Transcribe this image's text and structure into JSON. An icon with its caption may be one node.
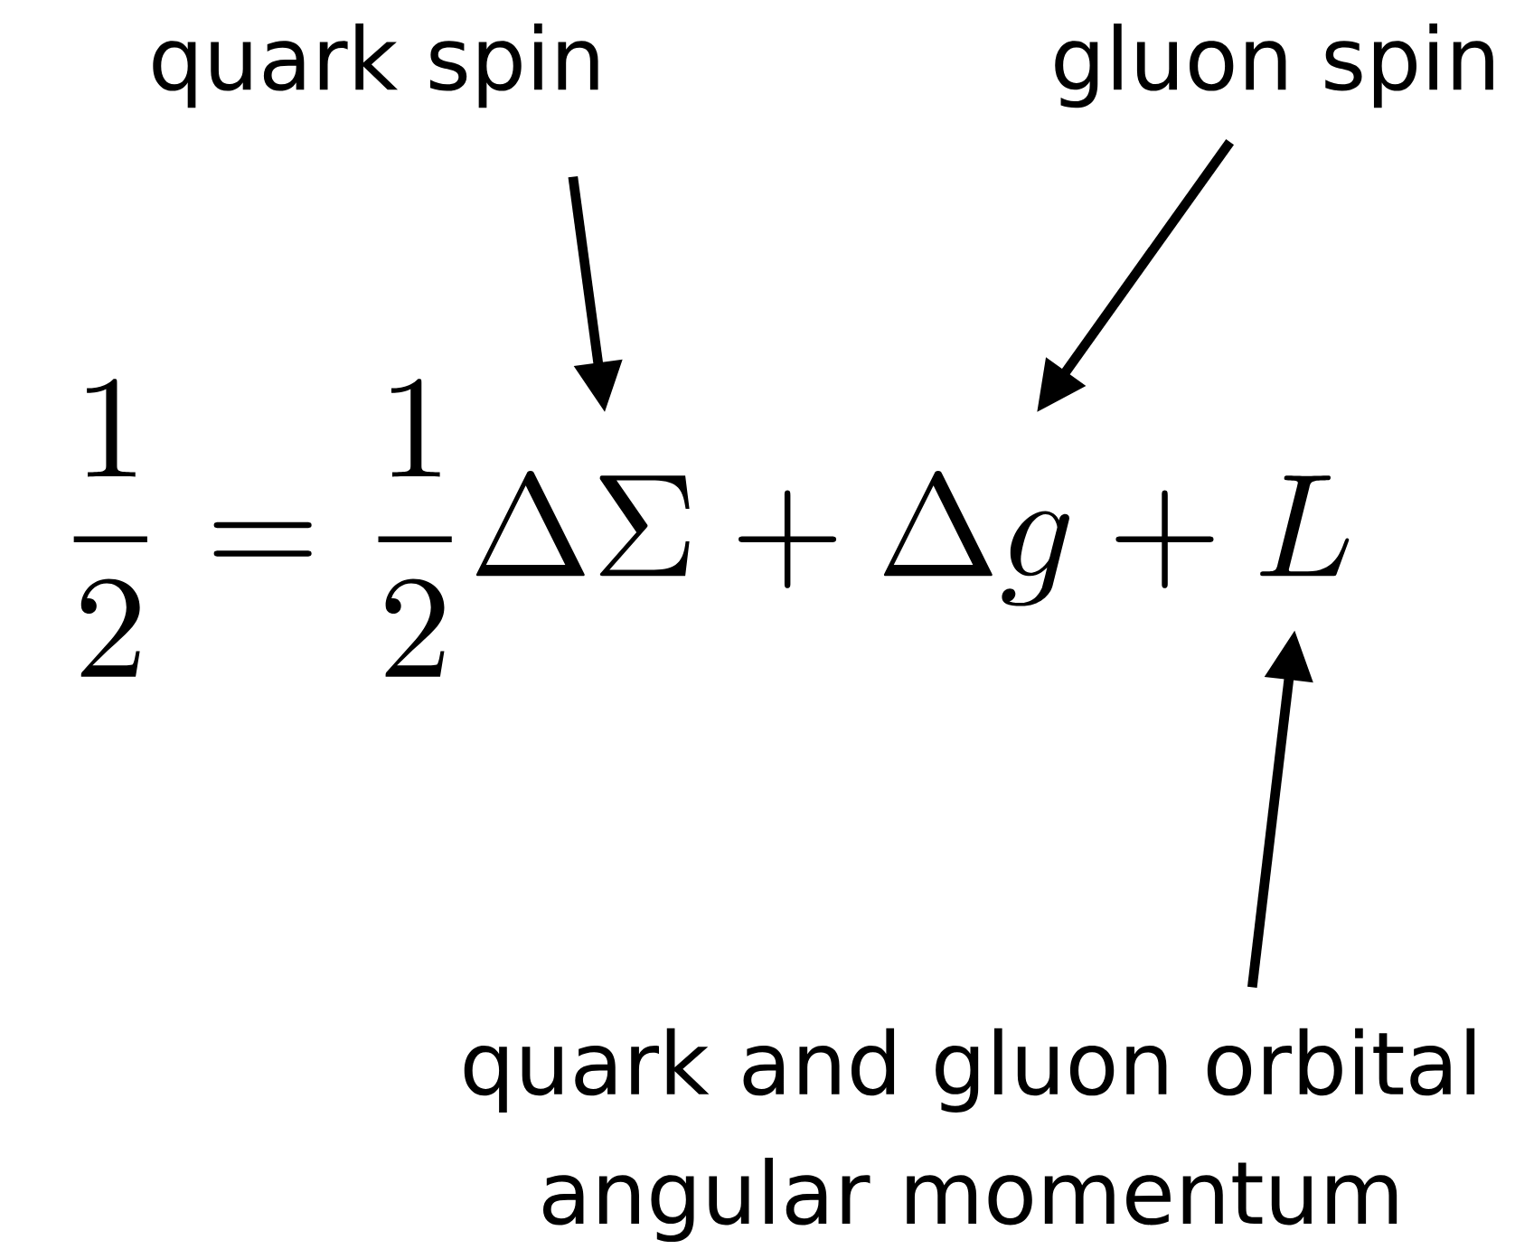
{
  "diagram": {
    "nodes": [
      {
        "text": [
          "quark spin"
        ]
      },
      {
        "text": [
          "gluon spin"
        ]
      },
      {
        "text": [
          "quark and gluon orbital angular momentum"
        ]
      },
      {
        "text": [
          "\\frac{1}{2}=\\frac{1}{2}\\Delta\\Sigma+\\Delta g+L"
        ]
      }
    ],
    "edges": [
      {
        "from": 0,
        "to": 3,
        "arrow": "to"
      },
      {
        "from": 1,
        "to": 3,
        "arrow": "to"
      },
      {
        "from": 2,
        "to": 3,
        "arrow": "to"
      }
    ]
  }
}
